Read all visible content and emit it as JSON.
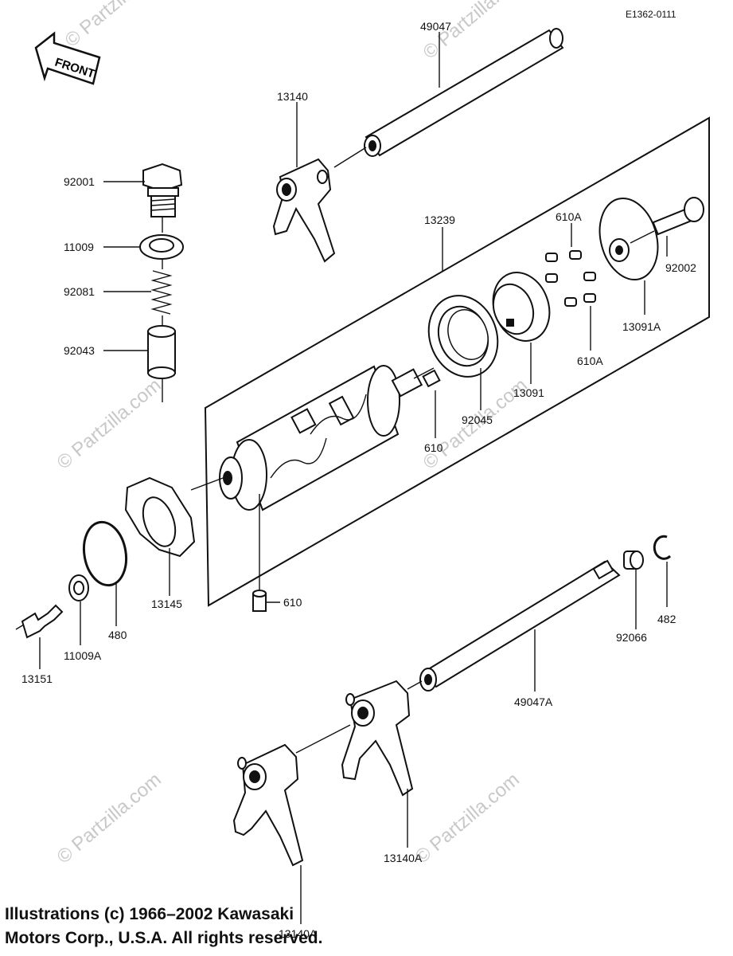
{
  "diagram_id": "E1362-0111",
  "front_label": "FRONT",
  "watermark": "© Partzilla.com",
  "copyright_line1": "Illustrations (c) 1966–2002 Kawasaki",
  "copyright_line2": "Motors Corp., U.S.A.  All rights reserved.",
  "parts": {
    "p49047": "49047",
    "p13140": "13140",
    "p92001": "92001",
    "p11009": "11009",
    "p92081": "92081",
    "p92043": "92043",
    "p13239": "13239",
    "p610A_top": "610A",
    "p92002": "92002",
    "p13091A": "13091A",
    "p610A_bottom": "610A",
    "p13091": "13091",
    "p92045": "92045",
    "p610_mid": "610",
    "p610_low": "610",
    "p13145": "13145",
    "p480": "480",
    "p11009A": "11009A",
    "p13151": "13151",
    "p482": "482",
    "p92066": "92066",
    "p49047A": "49047A",
    "p13140A": "13140A",
    "p13140B": "13140A"
  }
}
